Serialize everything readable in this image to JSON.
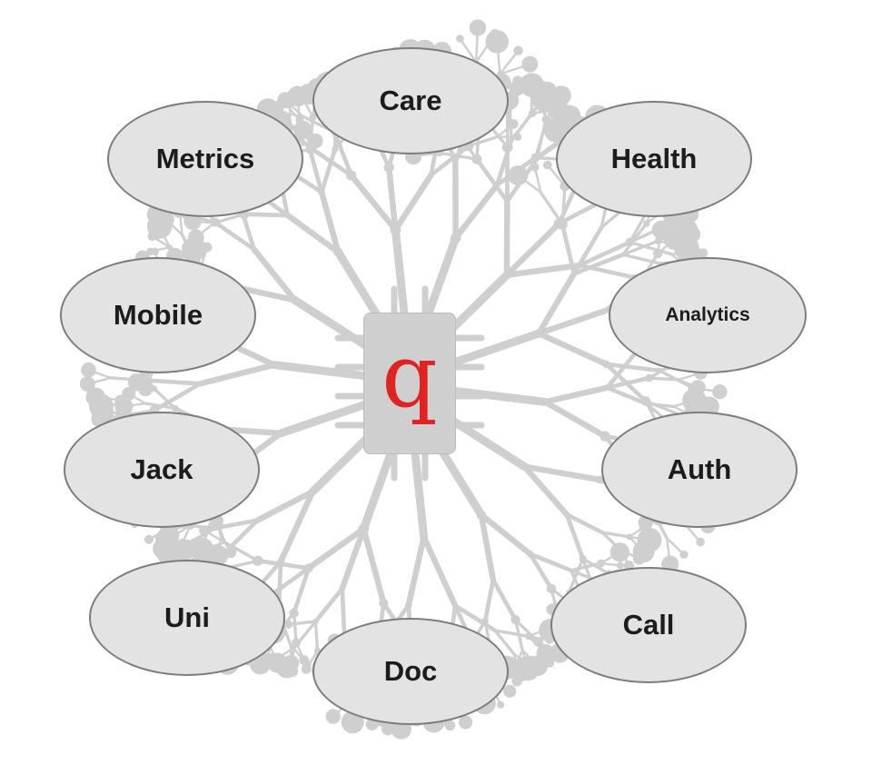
{
  "diagram": {
    "center_logo": "q",
    "colors": {
      "circuit": "#cfcfcf",
      "node_fill": "#e3e3e3",
      "node_border": "#7d7d7d",
      "logo": "#e02222"
    },
    "nodes": {
      "care": "Care",
      "metrics": "Metrics",
      "health": "Health",
      "mobile": "Mobile",
      "analytics": "Analytics",
      "jack": "Jack",
      "auth": "Auth",
      "uni": "Uni",
      "call": "Call",
      "doc": "Doc"
    }
  }
}
